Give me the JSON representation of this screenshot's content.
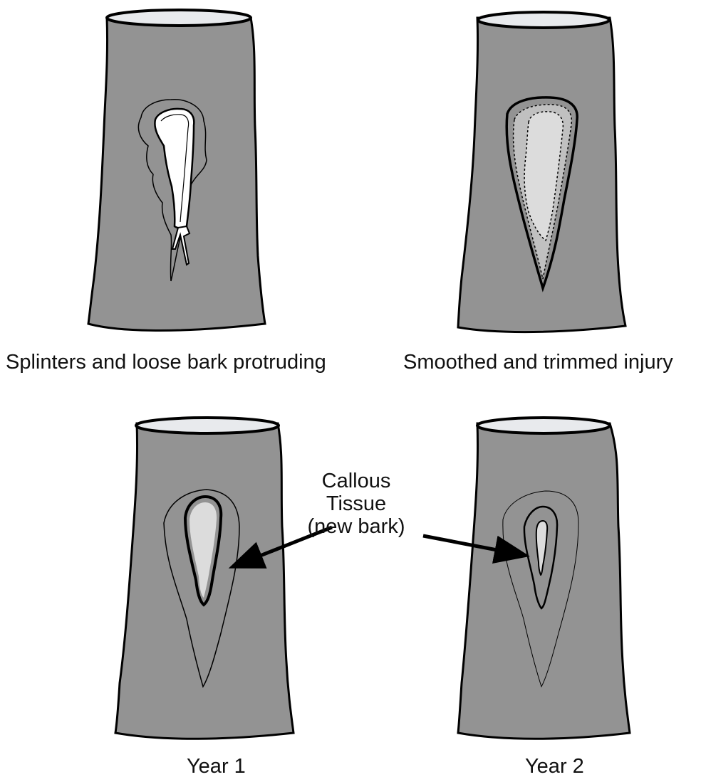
{
  "colors": {
    "bark": "#939393",
    "wound_light": "#d9d9d9",
    "wood": "#ffffff",
    "outline": "#000000",
    "top_rim": "#e8eaed"
  },
  "panels": [
    {
      "id": "splinters",
      "caption": "Splinters and loose bark protruding"
    },
    {
      "id": "smoothed",
      "caption": "Smoothed and trimmed injury"
    },
    {
      "id": "year1",
      "caption": "Year 1"
    },
    {
      "id": "year2",
      "caption": "Year 2"
    }
  ],
  "callout": {
    "line1": "Callous",
    "line2": "Tissue",
    "line3": "(new bark)"
  }
}
